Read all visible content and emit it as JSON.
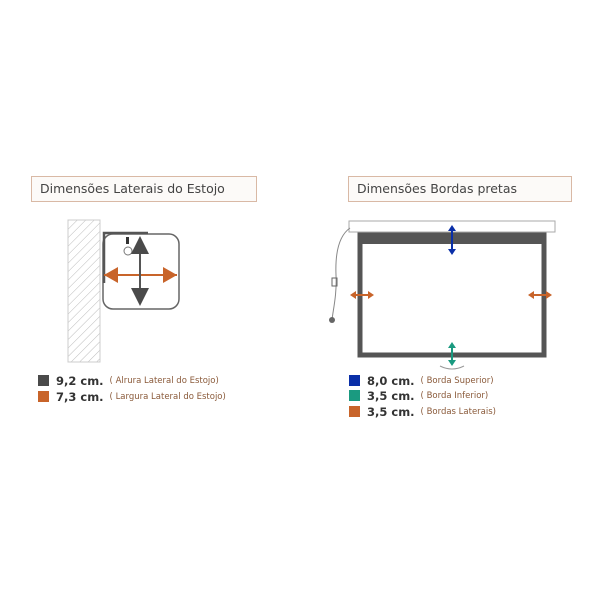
{
  "left": {
    "title": "Dimensões Laterais do Estojo",
    "legend": [
      {
        "value": "9,2 cm.",
        "note": "( Alrura  Lateral do Estojo)",
        "color": "#4a4a4a"
      },
      {
        "value": "7,3 cm.",
        "note": "( Largura Lateral do Estojo)",
        "color": "#c8642a"
      }
    ]
  },
  "right": {
    "title": "Dimensões Bordas pretas",
    "legend": [
      {
        "value": "8,0 cm.",
        "note": "( Borda Superior)",
        "color": "#0a2fa8"
      },
      {
        "value": "3,5 cm.",
        "note": "( Borda Inferior)",
        "color": "#1a9a80"
      },
      {
        "value": "3,5 cm.",
        "note": "( Bordas Laterais)",
        "color": "#c8642a"
      }
    ]
  }
}
